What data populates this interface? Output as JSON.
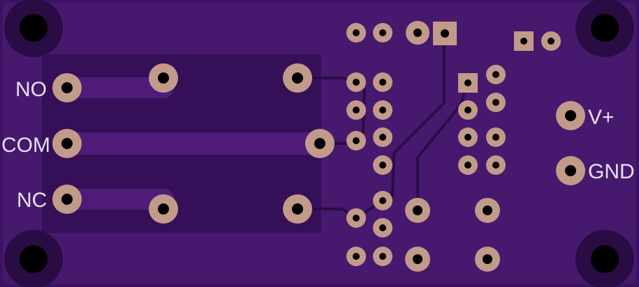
{
  "colors": {
    "substrate": "#3a1260",
    "pour": "#46196e",
    "pour_dark": "#351058",
    "trace": "#4e1c78",
    "pad": "#c29a8a",
    "drill": "#000000",
    "silkscreen": "#e8e0f0",
    "mounting_ring": "#2a0c44"
  },
  "labels": {
    "no": "NO",
    "com": "COM",
    "nc": "NC",
    "vplus": "V+",
    "gnd": "GND"
  }
}
